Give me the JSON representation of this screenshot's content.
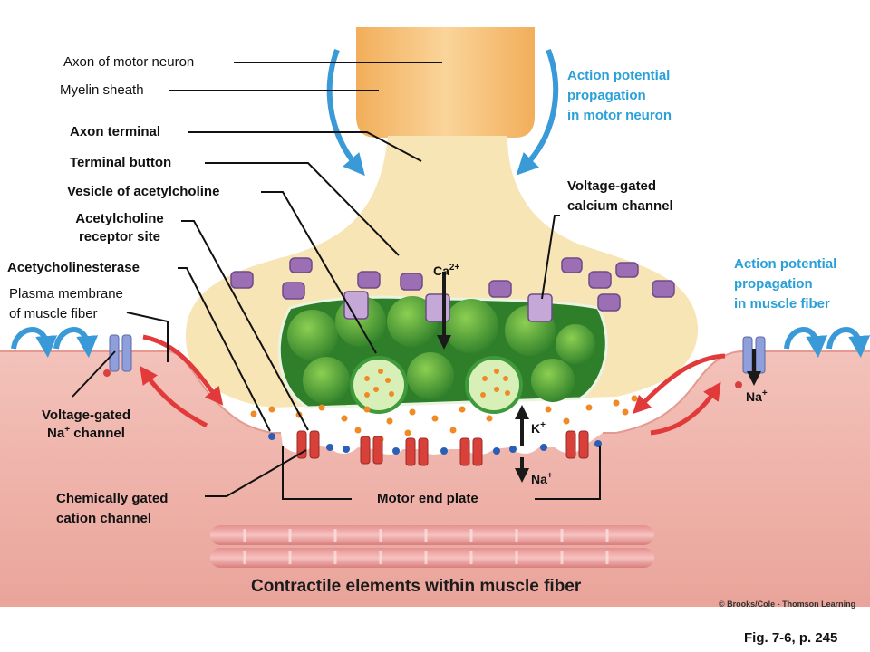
{
  "labels": {
    "axon": "Axon of motor neuron",
    "myelin": "Myelin sheath",
    "axon_terminal": "Axon terminal",
    "terminal_button": "Terminal button",
    "vesicle": "Vesicle of acetylcholine",
    "ach_receptor_1": "Acetylcholine",
    "ach_receptor_2": "receptor site",
    "acetylcholinesterase": "Acetycholinesterase",
    "plasma_membrane_1": "Plasma membrane",
    "plasma_membrane_2": "of muscle fiber",
    "vg_na_1": "Voltage-gated",
    "vg_na_2_pre": "Na",
    "vg_na_2_sup": "+",
    "vg_na_2_post": " channel",
    "chem_gated_1": "Chemically gated",
    "chem_gated_2": "cation channel",
    "motor_end_plate": "Motor end plate",
    "ap_neuron_1": "Action potential",
    "ap_neuron_2": "propagation",
    "ap_neuron_3": "in motor neuron",
    "vg_ca_1": "Voltage-gated",
    "vg_ca_2": "calcium channel",
    "ap_muscle_1": "Action potential",
    "ap_muscle_2": "propagation",
    "ap_muscle_3": "in muscle fiber",
    "ca_ion": "Ca",
    "ca_charge": "2+",
    "k_ion": "K",
    "k_charge": "+",
    "na_ion_center": "Na",
    "na_charge_center": "+",
    "na_ion_right": "Na",
    "na_charge_right": "+",
    "contractile": "Contractile elements within muscle fiber",
    "credit": "© Brooks/Cole - Thomson Learning",
    "fig_ref": "Fig. 7-6, p. 245"
  },
  "colors": {
    "axon": "#f7c479",
    "terminal": "#f8e5b6",
    "muscle": "#f0b8b0",
    "vesicle": "#3e9a3a",
    "arrow_blue": "#3a9ad8",
    "arrow_red": "#e23a3a",
    "label_blue": "#2aa0d8",
    "channel_red": "#d8403a",
    "channel_purple": "#9c6fb4"
  }
}
